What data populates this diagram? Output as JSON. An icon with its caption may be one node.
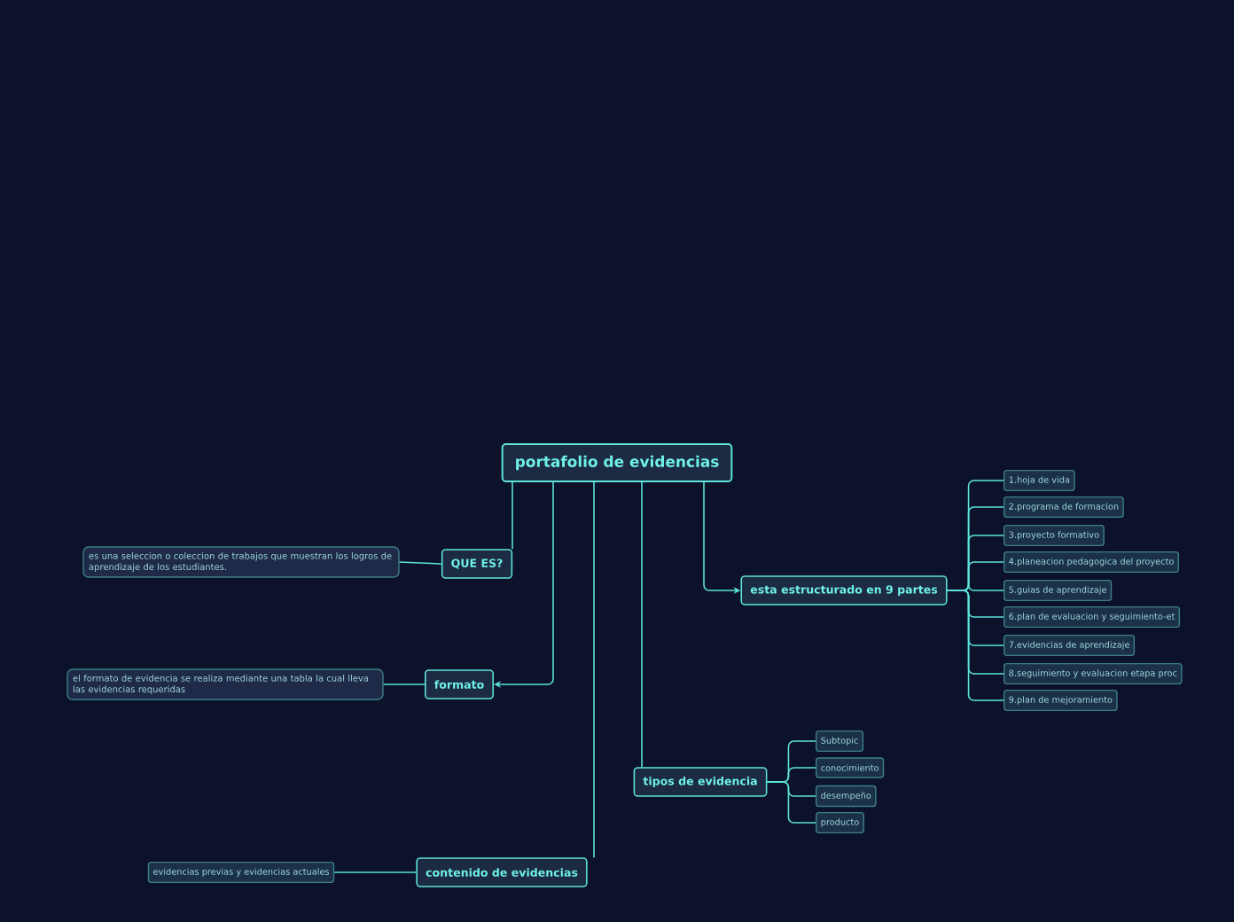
{
  "diagram": {
    "nodes": [
      {
        "text": [
          "portafolio de evidencias"
        ]
      },
      {
        "text": [
          "QUE ES?"
        ]
      },
      {
        "text": [
          "es una seleccion o coleccion de trabajos que muestran los logros de aprendizaje de los estudiantes."
        ]
      },
      {
        "text": [
          "formato"
        ]
      },
      {
        "text": [
          "el formato de evidencia se realiza mediante una tabla la cual lleva las evidencias requeridas"
        ]
      },
      {
        "text": [
          "esta estructurado en 9 partes"
        ]
      },
      {
        "text": [
          "1.hoja de vida"
        ]
      },
      {
        "text": [
          "2.programa de formacion"
        ]
      },
      {
        "text": [
          "3.proyecto formativo"
        ]
      },
      {
        "text": [
          "4.planeacion pedagogica del proyecto"
        ]
      },
      {
        "text": [
          "5.guias de aprendizaje"
        ]
      },
      {
        "text": [
          "6.plan de evaluacion y seguimiento-et"
        ]
      },
      {
        "text": [
          "7.evidencias de aprendizaje"
        ]
      },
      {
        "text": [
          "8.seguimiento y evaluacion etapa proc"
        ]
      },
      {
        "text": [
          "9.plan de mejoramiento"
        ]
      },
      {
        "text": [
          "tipos de evidencia"
        ]
      },
      {
        "text": [
          "Subtopic"
        ]
      },
      {
        "text": [
          "conocimiento"
        ]
      },
      {
        "text": [
          "desempeño"
        ]
      },
      {
        "text": [
          "producto"
        ]
      },
      {
        "text": [
          "contenido de evidencias"
        ]
      },
      {
        "text": [
          "evidencias previas y evidencias actuales"
        ]
      }
    ],
    "edges": [
      {
        "from": 0,
        "to": 1,
        "arrow": "none"
      },
      {
        "from": 0,
        "to": 3,
        "arrow": "to"
      },
      {
        "from": 0,
        "to": 5,
        "arrow": "to"
      },
      {
        "from": 0,
        "to": 15,
        "arrow": "none"
      },
      {
        "from": 0,
        "to": 20,
        "arrow": "none"
      },
      {
        "from": 1,
        "to": 2,
        "arrow": "none"
      },
      {
        "from": 3,
        "to": 4,
        "arrow": "none"
      },
      {
        "from": 5,
        "to": 6,
        "arrow": "none"
      },
      {
        "from": 5,
        "to": 7,
        "arrow": "none"
      },
      {
        "from": 5,
        "to": 8,
        "arrow": "none"
      },
      {
        "from": 5,
        "to": 9,
        "arrow": "none"
      },
      {
        "from": 5,
        "to": 10,
        "arrow": "none"
      },
      {
        "from": 5,
        "to": 11,
        "arrow": "none"
      },
      {
        "from": 5,
        "to": 12,
        "arrow": "none"
      },
      {
        "from": 5,
        "to": 13,
        "arrow": "none"
      },
      {
        "from": 5,
        "to": 14,
        "arrow": "none"
      },
      {
        "from": 15,
        "to": 16,
        "arrow": "none"
      },
      {
        "from": 15,
        "to": 17,
        "arrow": "none"
      },
      {
        "from": 15,
        "to": 18,
        "arrow": "none"
      },
      {
        "from": 15,
        "to": 19,
        "arrow": "none"
      },
      {
        "from": 20,
        "to": 21,
        "arrow": "none"
      }
    ]
  }
}
